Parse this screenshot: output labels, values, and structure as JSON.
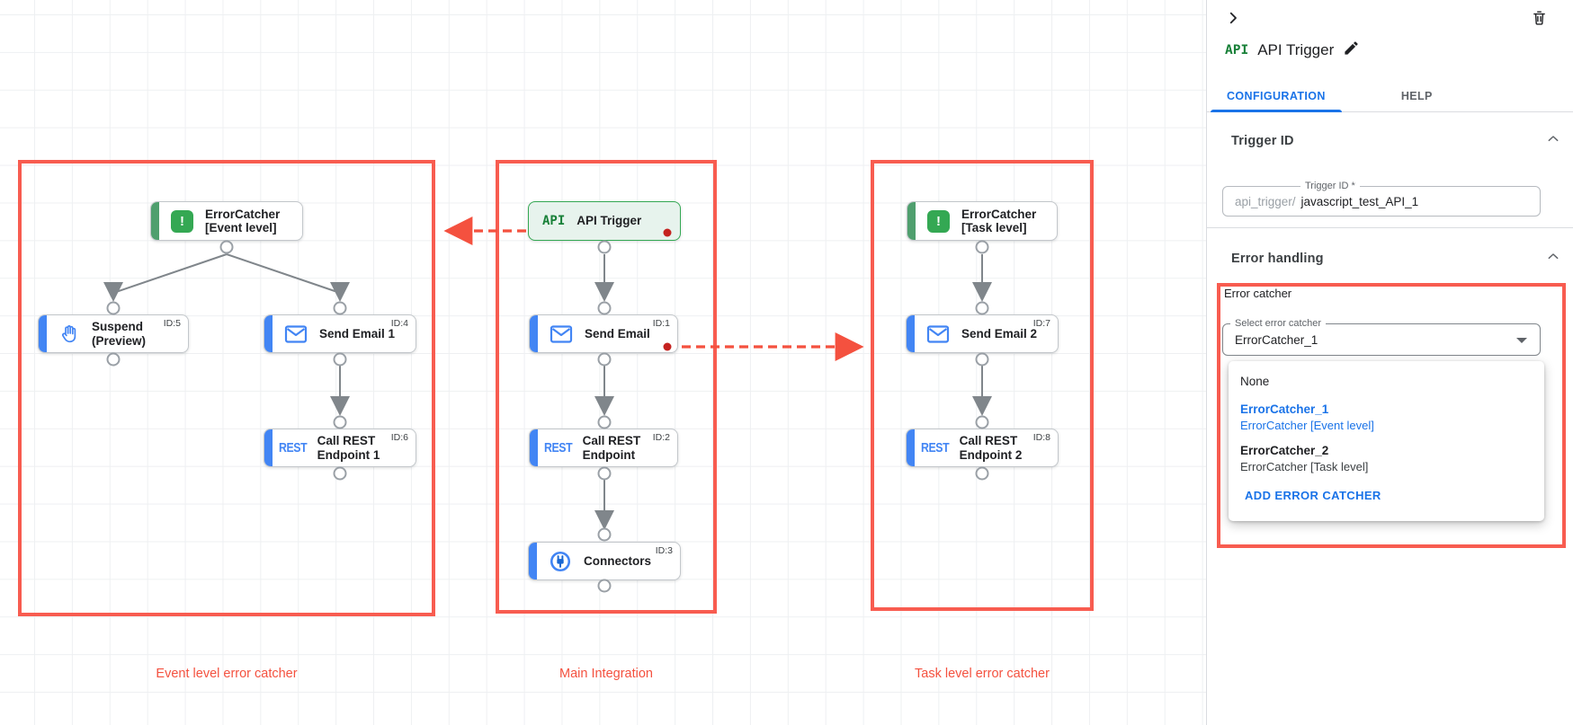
{
  "canvas": {
    "groups": [
      {
        "label": "Event level error catcher"
      },
      {
        "label": "Main Integration"
      },
      {
        "label": "Task level error catcher"
      }
    ],
    "nodes": [
      {
        "title": "ErrorCatcher [Event level]",
        "badge": "",
        "icon": "error-icon"
      },
      {
        "title": "API Trigger",
        "badge": "",
        "icon": "api-icon"
      },
      {
        "title": "ErrorCatcher [Task level]",
        "badge": "",
        "icon": "error-icon"
      },
      {
        "title": "Suspend (Preview)",
        "badge": "ID:5",
        "icon": "hand-icon"
      },
      {
        "title": "Send Email 1",
        "badge": "ID:4",
        "icon": "email-icon"
      },
      {
        "title": "Send Email",
        "badge": "ID:1",
        "icon": "email-icon"
      },
      {
        "title": "Send Email 2",
        "badge": "ID:7",
        "icon": "email-icon"
      },
      {
        "title": "Call REST Endpoint 1",
        "badge": "ID:6",
        "icon": "rest-icon"
      },
      {
        "title": "Call REST Endpoint",
        "badge": "ID:2",
        "icon": "rest-icon"
      },
      {
        "title": "Call REST Endpoint 2",
        "badge": "ID:8",
        "icon": "rest-icon"
      },
      {
        "title": "Connectors",
        "badge": "ID:3",
        "icon": "connector-icon"
      }
    ]
  },
  "icons": {
    "api_badge": "API",
    "rest_badge": "REST",
    "error_glyph": "!"
  },
  "panel": {
    "title": "API Trigger",
    "title_badge": "API",
    "tabs": [
      {
        "label": "CONFIGURATION",
        "active": true
      },
      {
        "label": "HELP",
        "active": false
      }
    ],
    "trigger_id": {
      "heading": "Trigger ID",
      "field_label": "Trigger ID *",
      "field_prefix": "api_trigger/",
      "field_value": "javascript_test_API_1"
    },
    "error_handling": {
      "heading": "Error handling",
      "group_label": "Error catcher",
      "select_label": "Select error catcher",
      "select_value": "ErrorCatcher_1",
      "dropdown": {
        "none_label": "None",
        "options": [
          {
            "name": "ErrorCatcher_1",
            "detail": "ErrorCatcher [Event level]",
            "selected": true
          },
          {
            "name": "ErrorCatcher_2",
            "detail": "ErrorCatcher [Task level]",
            "selected": false
          }
        ],
        "action_label": "ADD ERROR CATCHER"
      }
    }
  },
  "colors": {
    "annotation_red": "#f85c50",
    "node_green": "#34a853",
    "node_blue": "#4285f4",
    "link_blue": "#1a73e8",
    "error_dot_red": "#c5221f",
    "wire_gray": "#80868b"
  }
}
